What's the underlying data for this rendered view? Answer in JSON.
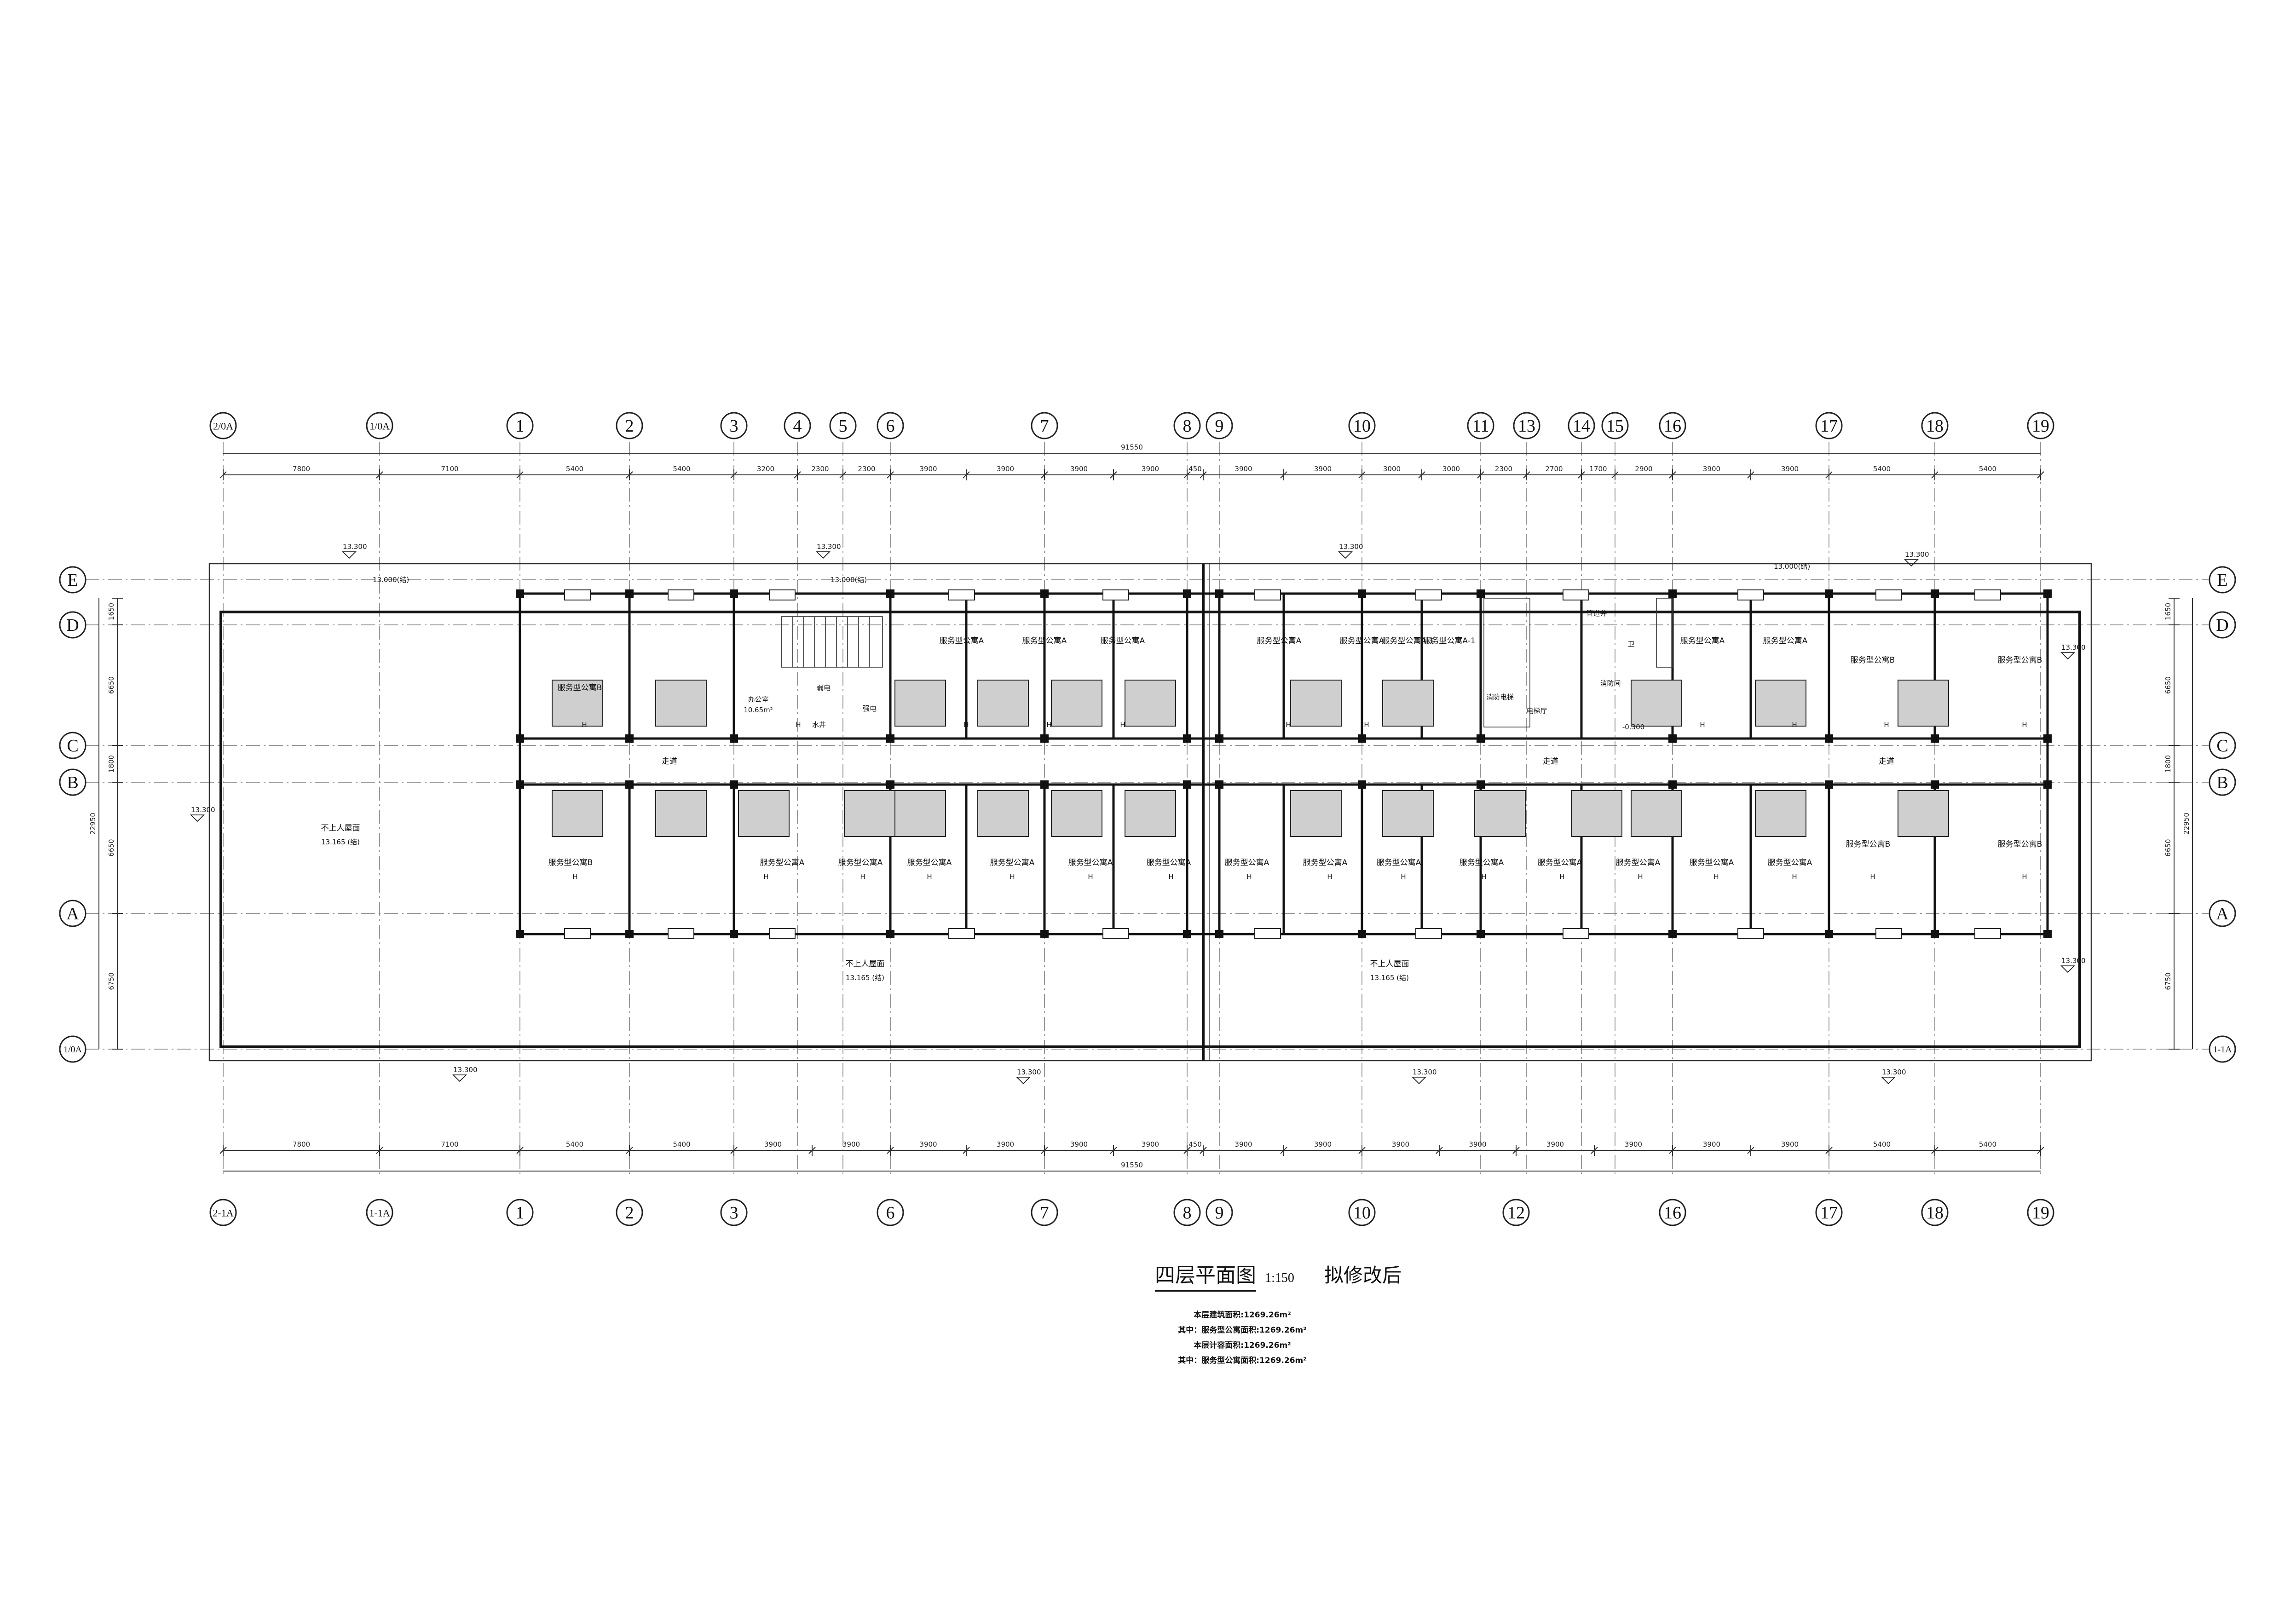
{
  "title": {
    "main": "四层平面图",
    "scale": "1:150",
    "note": "拟修改后"
  },
  "area_notes": [
    "本层建筑面积:1269.26m²",
    "其中：服务型公寓面积:1269.26m²",
    "本层计容面积:1269.26m²",
    "其中：服务型公寓面积:1269.26m²"
  ],
  "top_axes": [
    "2/0A",
    "1/0A",
    "1",
    "2",
    "3",
    "4",
    "5",
    "6",
    "7",
    "8",
    "9",
    "10",
    "11",
    "13",
    "14",
    "15",
    "16",
    "17",
    "18",
    "19"
  ],
  "bottom_axes": [
    "2-1A",
    "1-1A",
    "1",
    "2",
    "3",
    "6",
    "7",
    "8",
    "9",
    "10",
    "12",
    "16",
    "17",
    "18",
    "19"
  ],
  "left_axes": [
    "E",
    "D",
    "C",
    "B",
    "A",
    "1/0A"
  ],
  "right_axes": [
    "E",
    "D",
    "C",
    "B",
    "A",
    "1-1A"
  ],
  "top_dims": [
    "7800",
    "7100",
    "5400",
    "5400",
    "3200",
    "2300",
    "2300",
    "3900",
    "3900",
    "3900",
    "3900",
    "450",
    "3900",
    "3900",
    "3000",
    "3000",
    "2300",
    "2700",
    "1700",
    "2900",
    "3900",
    "3900",
    "5400",
    "5400"
  ],
  "top_total": "91550",
  "bottom_dims": [
    "7800",
    "7100",
    "5400",
    "5400",
    "3900",
    "3900",
    "3900",
    "3900",
    "3900",
    "3900",
    "450",
    "3900",
    "3900",
    "3900",
    "3900",
    "3900",
    "3900",
    "3900",
    "3900",
    "5400",
    "5400"
  ],
  "bottom_total": "91550",
  "left_dims": [
    "1650",
    "6650",
    "1800",
    "6650",
    "6750"
  ],
  "left_total": "22950",
  "right_dims": [
    "1650",
    "6650",
    "1800",
    "6650",
    "6750"
  ],
  "right_total": "22950",
  "levels": {
    "roof": "13.300",
    "roof_edge": "13.000(结)",
    "roof_fill": "13.165 (结)",
    "roof_label": "不上人屋面"
  },
  "rooms": {
    "apartment_a": "服务型公寓A",
    "apartment_b": "服务型公寓B",
    "apartment_a1": "服务型公寓A-1",
    "corridor": "走道",
    "office": "办公室",
    "office_area": "10.65m²",
    "elevator_hall": "电梯厅",
    "weak_elec": "弱电",
    "water_well": "水井",
    "fire_room": "消防间",
    "fire_elevator": "消防电梯",
    "pipe_well": "管道井",
    "strong_elec": "强电",
    "wc": "卫",
    "level_mark": "-0.300"
  },
  "bath_marker": "H"
}
